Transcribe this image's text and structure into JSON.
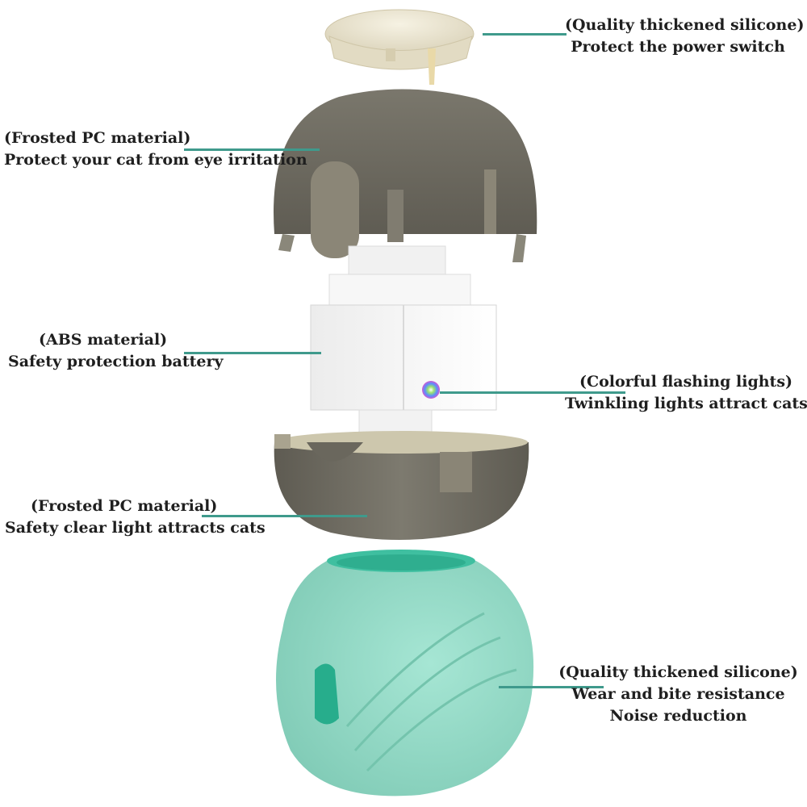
{
  "callouts": {
    "cap": {
      "material": "(Quality thickened silicone)",
      "benefit": "Protect the power switch"
    },
    "top_shell": {
      "material": "(Frosted PC material)",
      "benefit": "Protect your cat from eye irritation"
    },
    "battery": {
      "material": "(ABS material)",
      "benefit": "Safety protection battery"
    },
    "lights": {
      "material": "(Colorful flashing lights)",
      "benefit": "Twinkling lights attract cats"
    },
    "bottom_shell": {
      "material": "(Frosted PC material)",
      "benefit": "Safety clear light attracts cats"
    },
    "silicone_cover": {
      "material": "(Quality thickened silicone)",
      "benefit": "Wear and bite resistance",
      "benefit2": "Noise reduction"
    }
  },
  "colors": {
    "leader_line": "#3f9a8c",
    "cap": "#e6e0cc",
    "shell": "#6f6c62",
    "battery_box": "#f4f4f4",
    "silicone": "#8fd8c3",
    "text": "#1f1f1f"
  }
}
